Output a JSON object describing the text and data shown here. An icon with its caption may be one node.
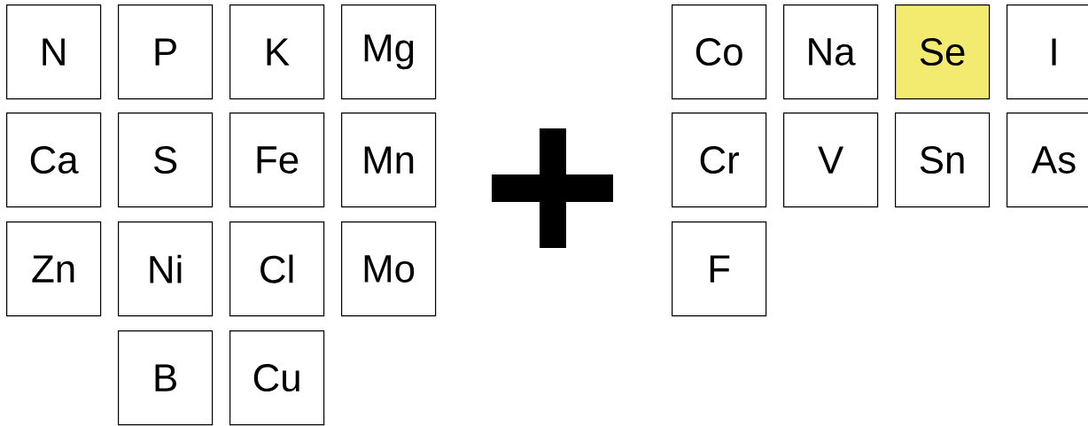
{
  "diagram": {
    "nodes": [
      {
        "text": [
          "N"
        ]
      },
      {
        "text": [
          "P"
        ]
      },
      {
        "text": [
          "K"
        ]
      },
      {
        "text": [
          "Mg"
        ]
      },
      {
        "text": [
          "Ca"
        ]
      },
      {
        "text": [
          "S"
        ]
      },
      {
        "text": [
          "Fe"
        ]
      },
      {
        "text": [
          "Mn"
        ]
      },
      {
        "text": [
          "Zn"
        ]
      },
      {
        "text": [
          "Ni"
        ]
      },
      {
        "text": [
          "Cl"
        ]
      },
      {
        "text": [
          "Mo"
        ]
      },
      {
        "text": [
          "B"
        ]
      },
      {
        "text": [
          "Cu"
        ]
      },
      {
        "text": [],
        "shape": "plus"
      },
      {
        "text": [
          "Co"
        ]
      },
      {
        "text": [
          "Na"
        ]
      },
      {
        "text": [
          "Se"
        ]
      },
      {
        "text": [
          "I"
        ]
      },
      {
        "text": [
          "Cr"
        ]
      },
      {
        "text": [
          "V"
        ]
      },
      {
        "text": [
          "Sn"
        ]
      },
      {
        "text": [
          "As"
        ]
      },
      {
        "text": [
          "F"
        ]
      }
    ]
  }
}
